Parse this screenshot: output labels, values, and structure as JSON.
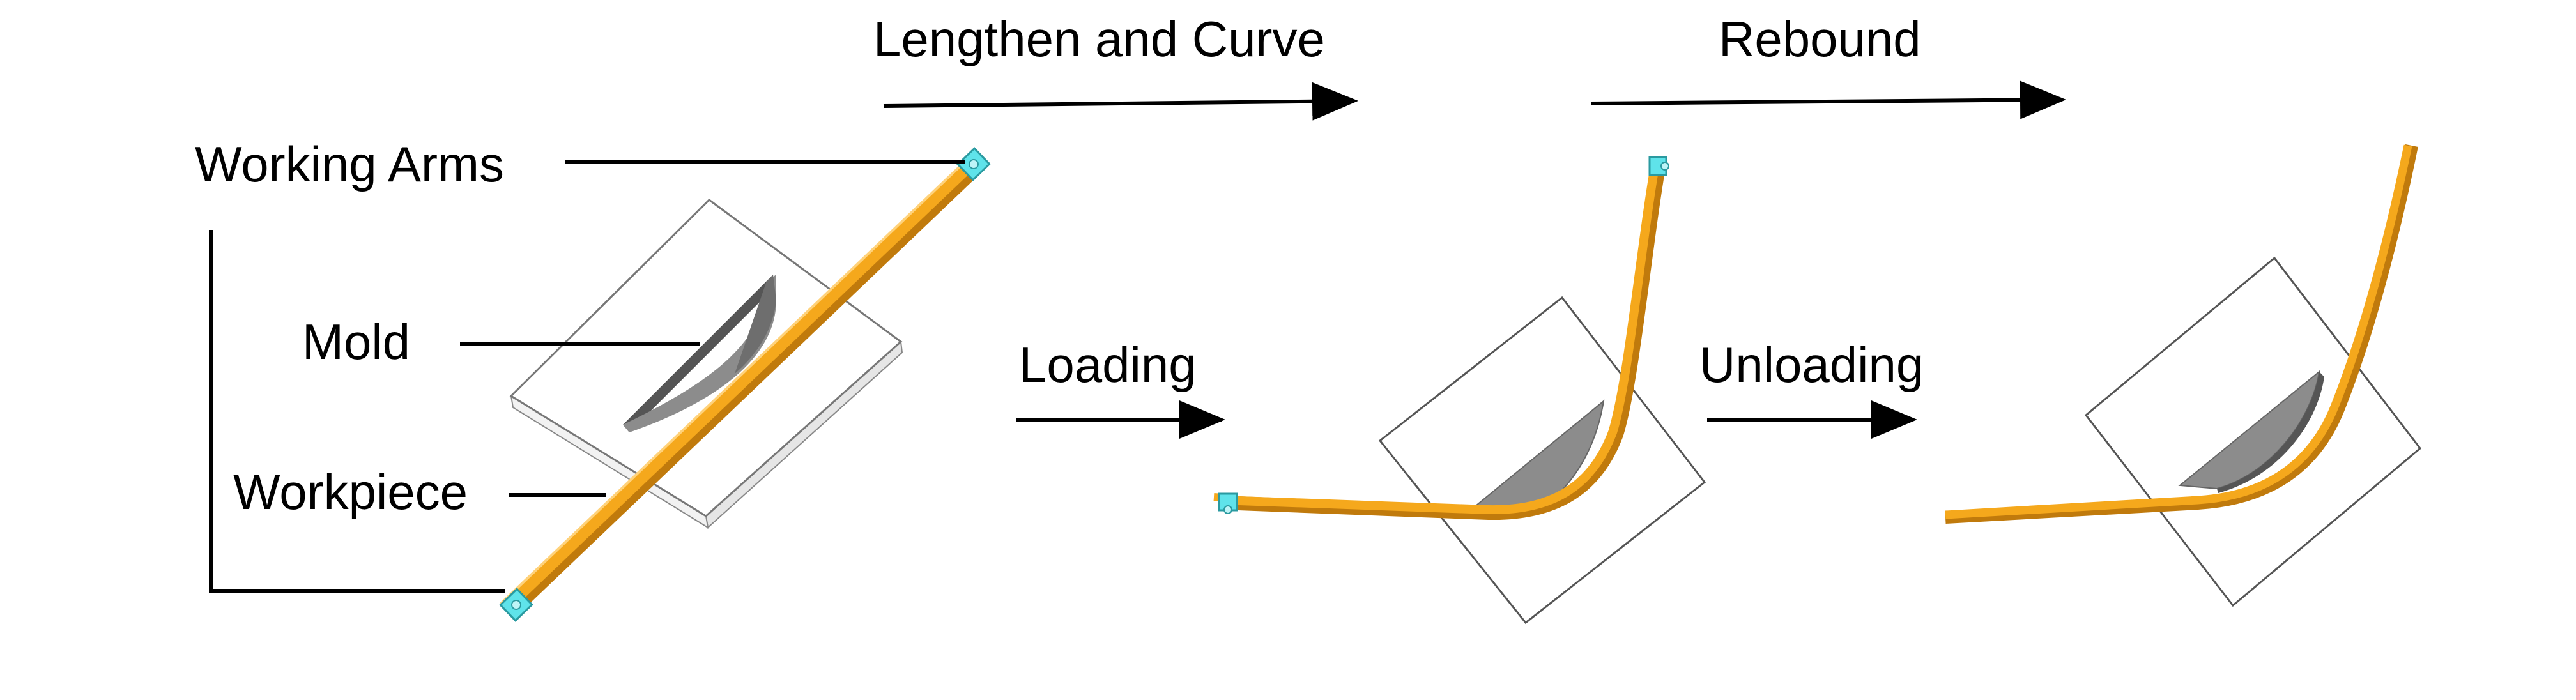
{
  "labels": {
    "working_arms": "Working Arms",
    "mold": "Mold",
    "workpiece": "Workpiece"
  },
  "steps": {
    "lengthen_and_curve": "Lengthen and Curve",
    "rebound": "Rebound",
    "loading": "Loading",
    "unloading": "Unloading"
  },
  "colors": {
    "arm": "#F5A81C",
    "arm_dark": "#C07A0C",
    "mold": "#8C8C8C",
    "mold_dark": "#555555",
    "clamp": "#5FE3EA",
    "outline": "#555555"
  }
}
